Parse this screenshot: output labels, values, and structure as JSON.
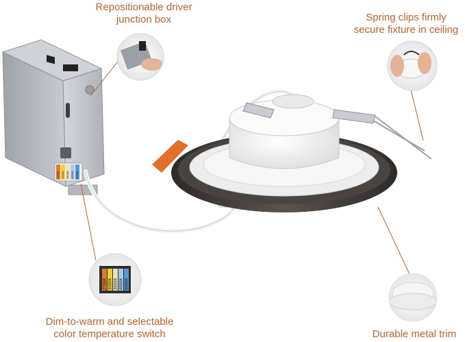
{
  "callouts": {
    "driver_box": {
      "line1": "Repositionable driver",
      "line2": "junction box"
    },
    "spring_clips": {
      "line1": "Spring clips firmly",
      "line2": "secure fixture in ceiling"
    },
    "switch": {
      "line1": "Dim-to-warm and selectable",
      "line2": "color temperature switch"
    },
    "trim": {
      "line1": "Durable metal trim"
    }
  },
  "switch_labels": [
    "2700K",
    "3000K",
    "3500K",
    "4000K",
    "5000K"
  ],
  "colors": {
    "accent": "#c8602a",
    "box_metal": "#b8bcc2",
    "fixture_white": "#f2f2f2",
    "trim_dark": "#3a3634",
    "orange_clip": "#e2702d"
  }
}
